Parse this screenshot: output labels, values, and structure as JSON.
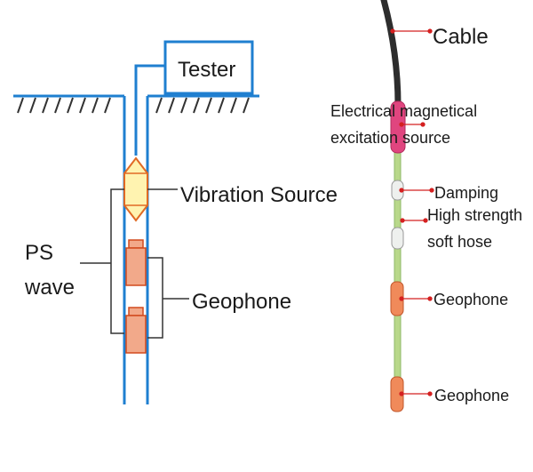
{
  "left_diagram": {
    "tester_label": "Tester",
    "vibration_source_label": "Vibration Source",
    "ps_wave_label_line1": "PS",
    "ps_wave_label_line2": "wave",
    "geophone_label": "Geophone"
  },
  "right_diagram": {
    "cable_label": "Cable",
    "excitation_label_line1": "Electrical magnetical",
    "excitation_label_line2": "excitation source",
    "damping_label": "Damping",
    "hose_label_line1": "High strength",
    "hose_label_line2": "soft hose",
    "geophone_label_1": "Geophone",
    "geophone_label_2": "Geophone"
  },
  "colors": {
    "borehole_blue": "#1f7fd0",
    "component_fill": "#f2a98a",
    "component_stroke": "#d24a1e",
    "source_fill": "#fff3b0",
    "cable": "#2d2d2d",
    "excitation_pink": "#e0457f",
    "hose_green": "#b8d88a",
    "pointer_red": "#d42020"
  }
}
